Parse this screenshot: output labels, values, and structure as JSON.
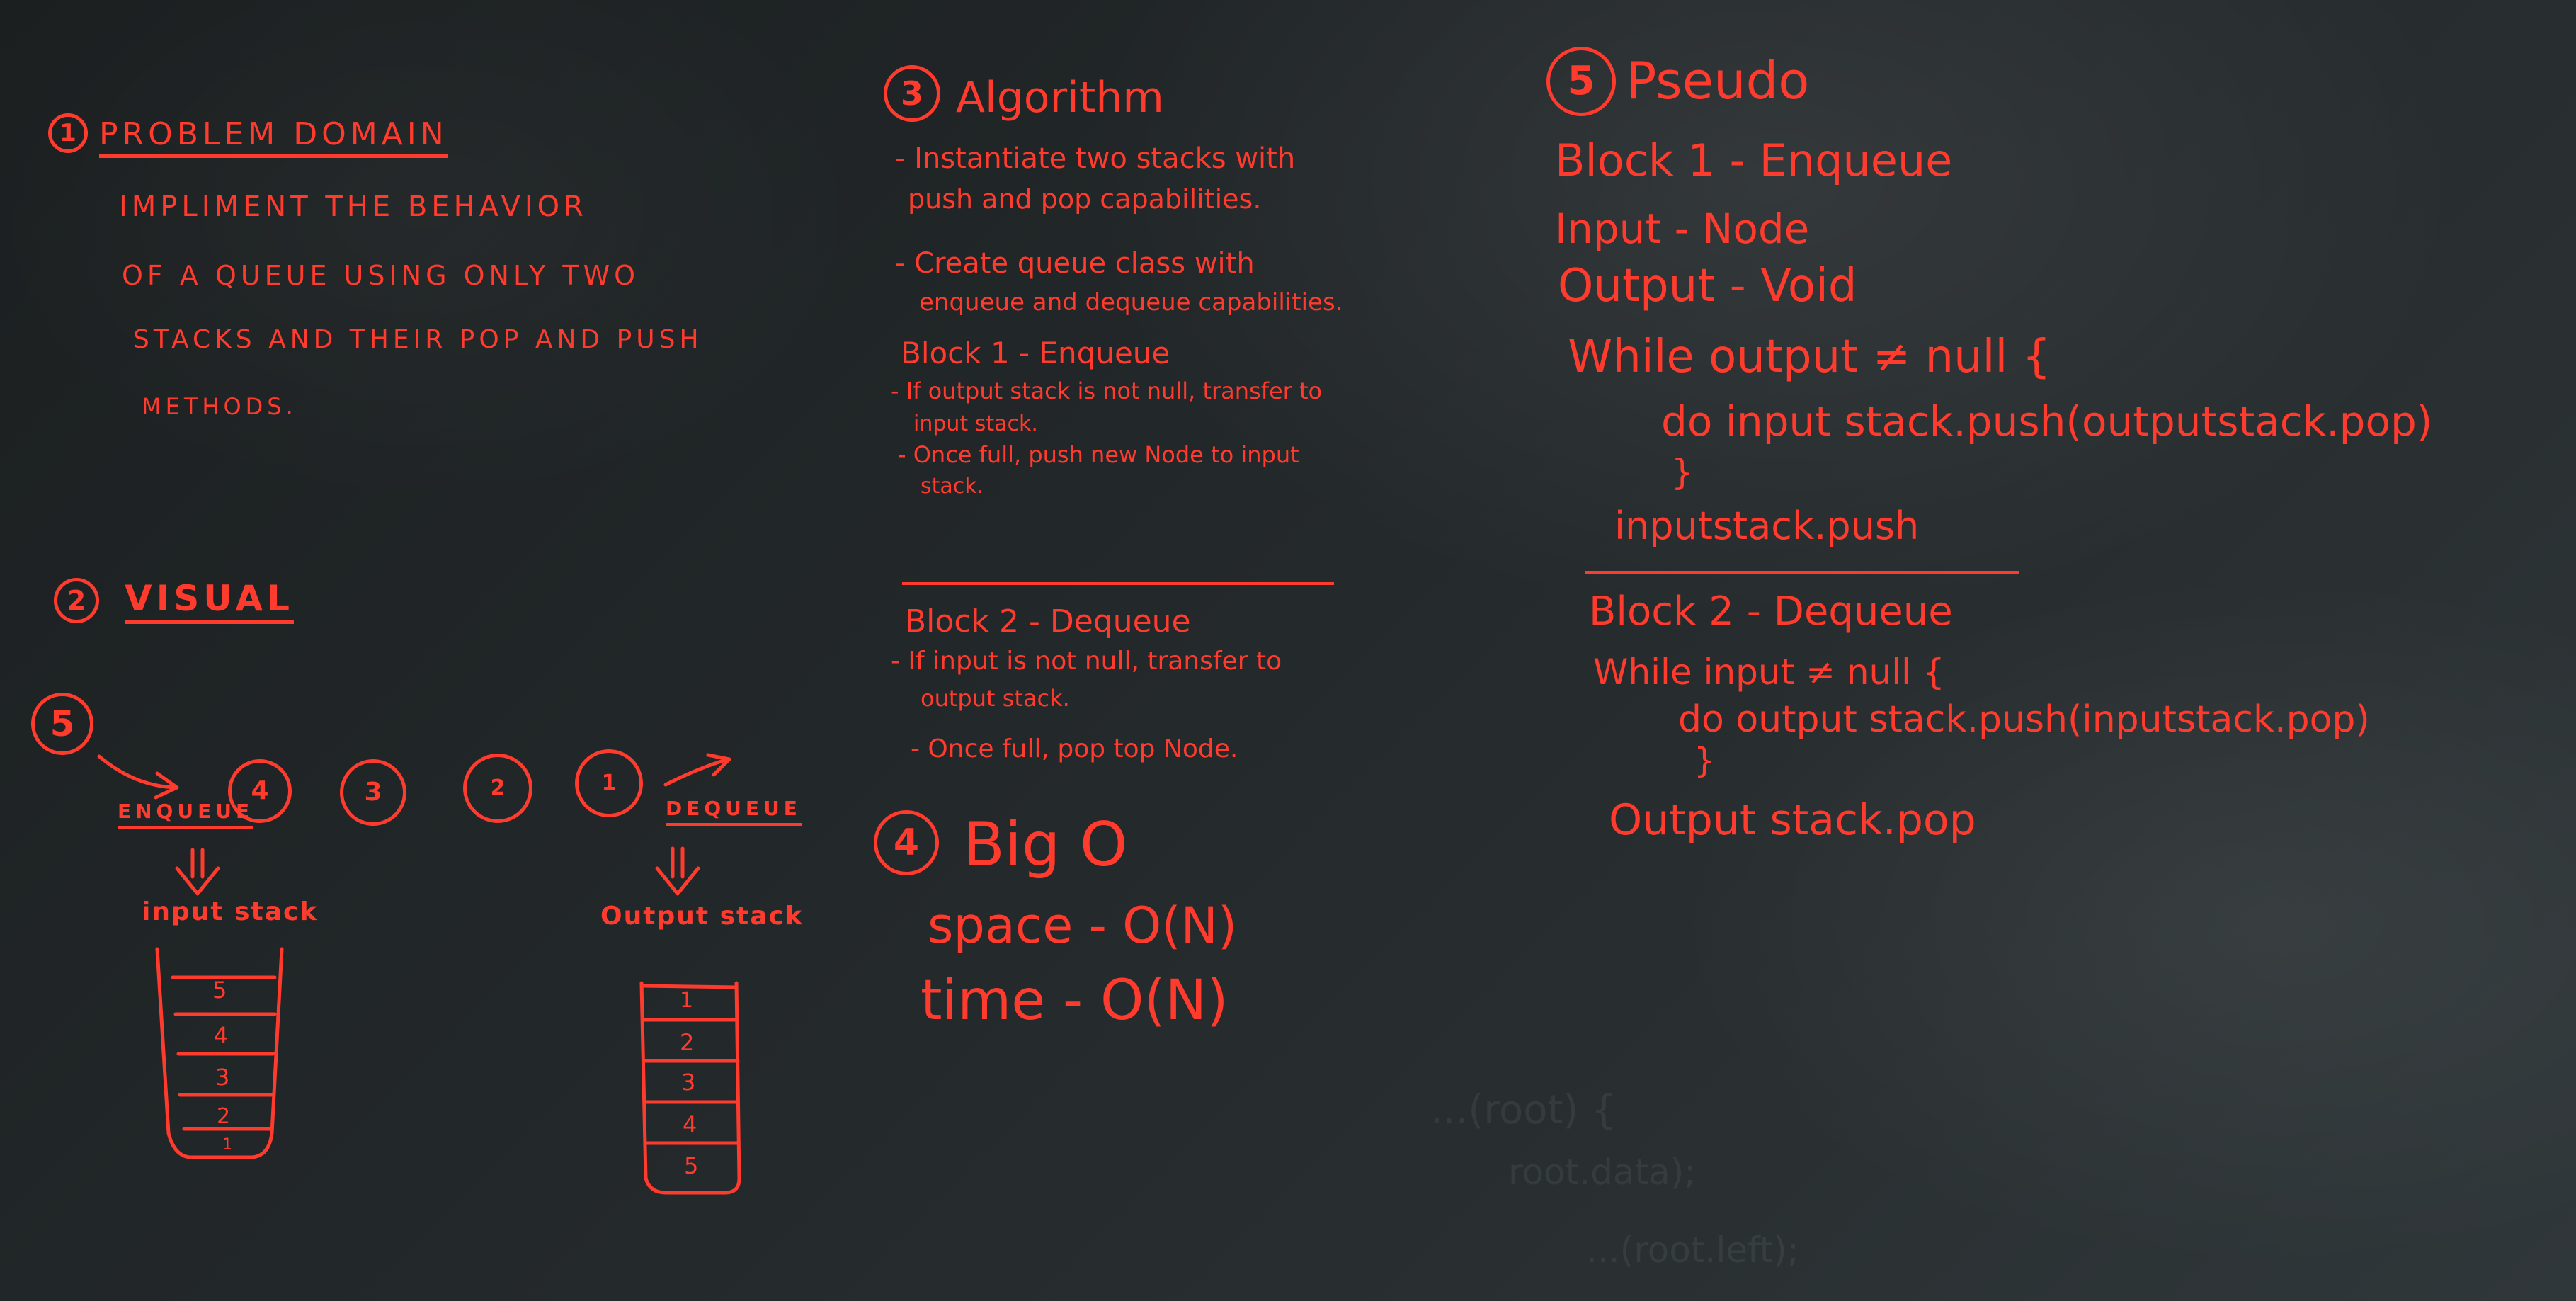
{
  "problem": {
    "number": "1",
    "title": "PROBLEM DOMAIN",
    "lines": [
      "IMPLIMENT THE BEHAVIOR",
      "OF A QUEUE USING ONLY TWO",
      "STACKS AND THEIR POP AND PUSH",
      "METHODS."
    ]
  },
  "visual": {
    "number": "2",
    "title": "VISUAL",
    "marker": "5",
    "queue_nodes": [
      "4",
      "3",
      "2",
      "1"
    ],
    "enqueue_label": "ENQUEUE",
    "dequeue_label": "DEQUEUE",
    "input_stack_label": "input stack",
    "output_stack_label": "Output stack",
    "input_stack_cells": [
      "5",
      "4",
      "3",
      "2",
      "1"
    ],
    "output_stack_cells": [
      "1",
      "2",
      "3",
      "4",
      "5"
    ]
  },
  "algorithm": {
    "number": "3",
    "title": "Algorithm",
    "intro": [
      "- Instantiate two stacks with",
      "push and pop capabilities.",
      "- Create queue class with",
      "enqueue and dequeue capabilities."
    ],
    "block1_title": "Block 1 - Enqueue",
    "block1_lines": [
      "- If output stack is not null, transfer to",
      "input stack.",
      "- Once full, push new Node to input",
      "stack."
    ],
    "block2_title": "Block 2 - Dequeue",
    "block2_lines": [
      "- If input is not null, transfer to",
      "output stack.",
      "- Once full, pop top Node."
    ]
  },
  "bigo": {
    "number": "4",
    "title": "Big O",
    "space": "space - O(N)",
    "time": "time - O(N)"
  },
  "pseudo": {
    "number": "5",
    "title": "Pseudo",
    "block1_title": "Block 1 - Enqueue",
    "input": "Input - Node",
    "output": "Output - Void",
    "b1_while": "While output ≠ null {",
    "b1_do": "do   input stack.push(outputstack.pop)",
    "b1_close": "}",
    "b1_final": "inputstack.push",
    "block2_title": "Block 2 - Dequeue",
    "b2_while": "While input ≠ null {",
    "b2_do": "do output stack.push(inputstack.pop)",
    "b2_close": "}",
    "b2_final": "Output stack.pop"
  },
  "ghost_text": [
    "...(root) {",
    "root.data);",
    "...(root.left);"
  ]
}
